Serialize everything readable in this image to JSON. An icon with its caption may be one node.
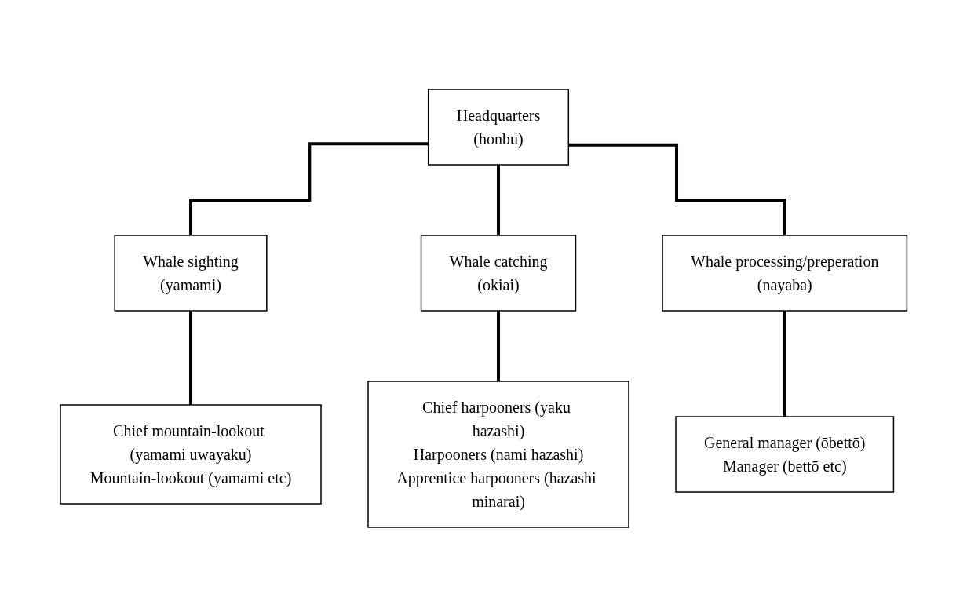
{
  "diagram": {
    "nodes": [
      {
        "text": [
          "Headquarters",
          "(honbu)"
        ]
      },
      {
        "text": [
          "Whale sighting",
          "(yamami)"
        ]
      },
      {
        "text": [
          "Whale catching",
          "(okiai)"
        ]
      },
      {
        "text": [
          "Whale processing/preperation",
          "(nayaba)"
        ]
      },
      {
        "text": [
          "Chief mountain-lookout (yamami uwayaku)",
          "Mountain-lookout (yamami etc)"
        ]
      },
      {
        "text": [
          "Chief harpooners (yaku hazashi)",
          "Harpooners (nami hazashi)",
          "Apprentice harpooners (hazashi minarai)"
        ]
      },
      {
        "text": [
          "General manager (ōbettō)",
          "Manager (bettō etc)"
        ]
      }
    ],
    "edges": [
      {
        "from": 0,
        "to": 1,
        "arrow": "none"
      },
      {
        "from": 0,
        "to": 2,
        "arrow": "none"
      },
      {
        "from": 0,
        "to": 3,
        "arrow": "none"
      },
      {
        "from": 1,
        "to": 4,
        "arrow": "none"
      },
      {
        "from": 2,
        "to": 5,
        "arrow": "none"
      },
      {
        "from": 3,
        "to": 6,
        "arrow": "none"
      }
    ]
  }
}
